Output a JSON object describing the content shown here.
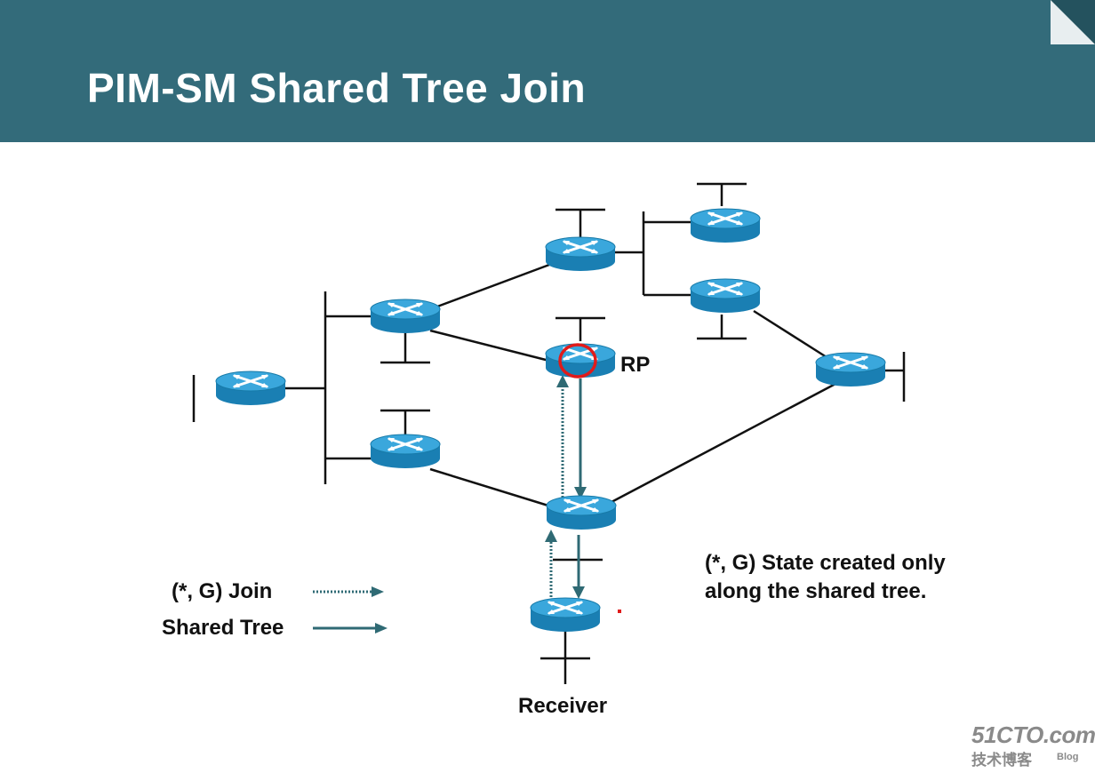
{
  "slide": {
    "title": "PIM-SM Shared Tree Join",
    "header_color": "#336b7a"
  },
  "diagram": {
    "rp_label": "RP",
    "receiver_label": "Receiver",
    "note_line1": "(*, G) State created only",
    "note_line2": "along the shared tree.",
    "router_icon": "router-icon",
    "router_color": "#1c8fc4",
    "highlight_color": "#e01b1b",
    "link_color": "#111111",
    "arrow_color": "#2f6a74"
  },
  "legend": {
    "join_label": "(*, G) Join",
    "join_style": "dotted-arrow",
    "tree_label": "Shared Tree",
    "tree_style": "solid-arrow"
  },
  "watermark": {
    "main": "51CTO.com",
    "sub": "技术博客",
    "blog": "Blog"
  }
}
